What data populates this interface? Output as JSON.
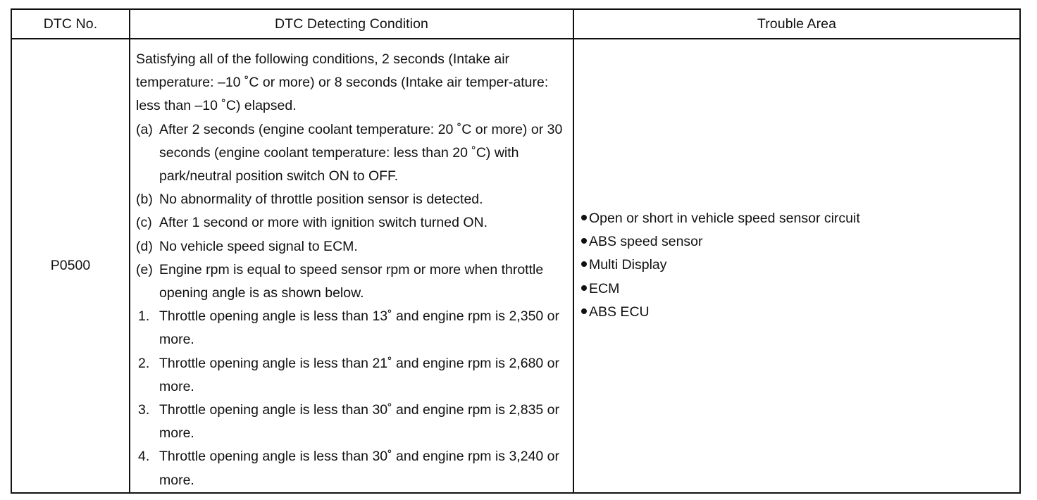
{
  "table": {
    "headers": {
      "dtc_no": "DTC No.",
      "condition": "DTC Detecting Condition",
      "trouble_area": "Trouble Area"
    },
    "row": {
      "code": "P0500",
      "condition_intro": "Satisfying all of the following conditions, 2 seconds (Intake air temperature: –10 ˚C or more) or 8 seconds (Intake air temper-ature: less than –10 ˚C) elapsed.",
      "condition_items": [
        {
          "mark": "(a)",
          "text": "After 2 seconds (engine coolant temperature: 20 ˚C or more) or 30 seconds (engine coolant temperature: less than 20 ˚C) with park/neutral position switch ON to OFF."
        },
        {
          "mark": "(b)",
          "text": "No abnormality of throttle position sensor is detected."
        },
        {
          "mark": "(c)",
          "text": "After 1 second or more with ignition switch turned ON."
        },
        {
          "mark": "(d)",
          "text": "No vehicle speed signal to ECM."
        },
        {
          "mark": "(e)",
          "text": "Engine rpm is equal to speed sensor rpm or more when throttle opening angle is as shown below."
        }
      ],
      "numbered_items": [
        {
          "mark": "1.",
          "text": "Throttle opening angle is less than 13˚ and engine rpm is 2,350 or more."
        },
        {
          "mark": "2.",
          "text": "Throttle opening angle is less than 21˚ and engine rpm is 2,680 or more."
        },
        {
          "mark": "3.",
          "text": "Throttle opening angle is less than 30˚ and engine rpm is 2,835 or more."
        },
        {
          "mark": "4.",
          "text": "Throttle opening angle is less than 30˚ and engine rpm is 3,240 or more."
        }
      ],
      "trouble_areas": [
        "Open or short in vehicle speed sensor circuit",
        "ABS speed sensor",
        "Multi Display",
        "ECM",
        "ABS ECU"
      ]
    }
  }
}
